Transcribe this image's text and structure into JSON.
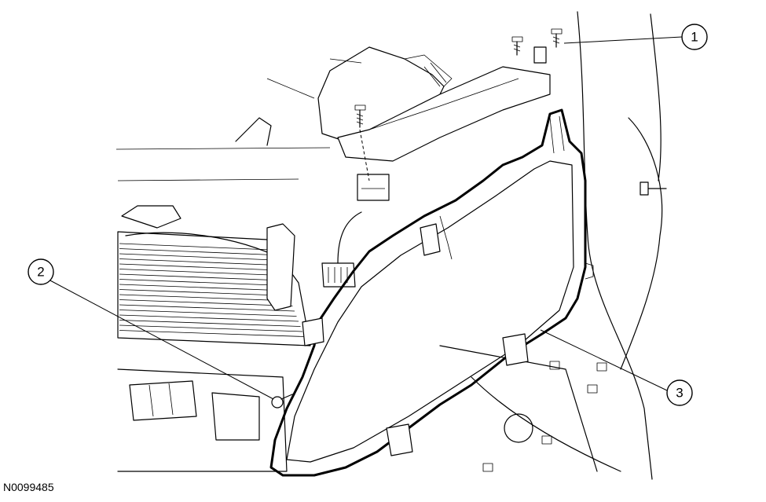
{
  "figure": {
    "id": "N0099485"
  },
  "callouts": [
    {
      "label": "1"
    },
    {
      "label": "2"
    },
    {
      "label": "3"
    }
  ]
}
